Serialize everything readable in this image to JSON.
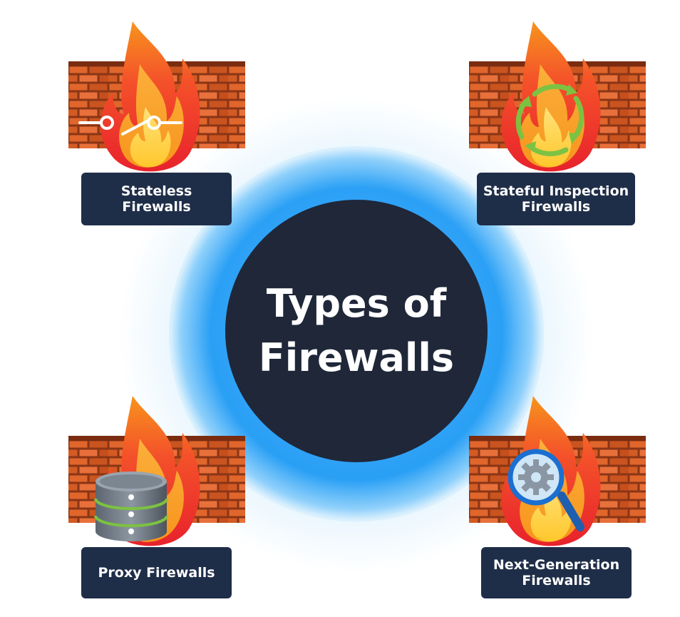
{
  "center": {
    "title": "Types of\nFirewalls"
  },
  "cards": [
    {
      "label": "Stateless\nFirewalls",
      "icon": "switch-icon"
    },
    {
      "label": "Stateful Inspection\nFirewalls",
      "icon": "refresh-cycle-icon"
    },
    {
      "label": "Proxy Firewalls",
      "icon": "database-server-icon"
    },
    {
      "label": "Next-Generation\nFirewalls",
      "icon": "magnifier-gear-icon"
    }
  ],
  "colors": {
    "dark_navy": "#1f2739",
    "label_bg": "#1f2e48",
    "glow_blue": "#2aa0f5",
    "brick": "#d9622a",
    "flame_red": "#ef3a2a",
    "flame_orange": "#f7941d",
    "flame_yellow": "#ffd23a"
  }
}
